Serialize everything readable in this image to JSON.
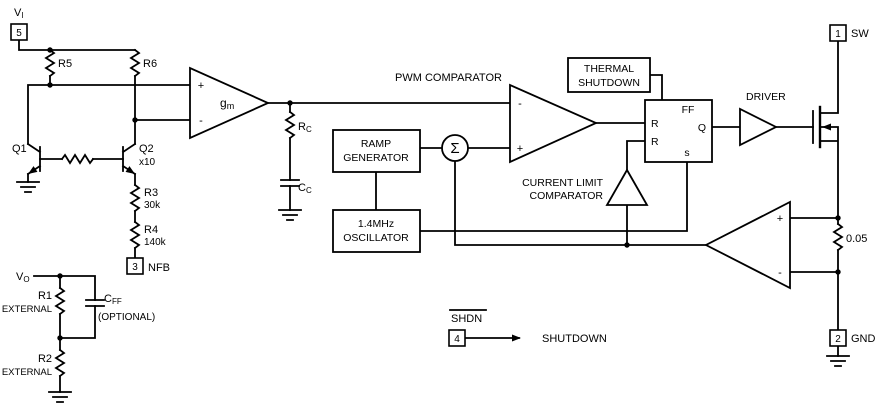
{
  "pins": {
    "vin_num": "5",
    "nfb_num": "3",
    "nfb_label": "NFB",
    "sw_num": "1",
    "sw_label": "SW",
    "gnd_num": "2",
    "gnd_label": "GND",
    "shdn_num": "4",
    "shdn_label": "SHDN",
    "shdn_action": "SHUTDOWN"
  },
  "labels": {
    "vi_main": "V",
    "vi_sub": "I",
    "vo_main": "V",
    "vo_sub": "O",
    "r5": "R5",
    "r6": "R6",
    "q1": "Q1",
    "q2": "Q2",
    "q2_ratio": "x10",
    "r3": "R3",
    "r3_value": "30k",
    "r4": "R4",
    "r4_value": "140k",
    "r1": "R1",
    "r1_note": "EXTERNAL",
    "r2": "R2",
    "r2_note": "EXTERNAL",
    "cff_main": "C",
    "cff_sub": "FF",
    "cff_note": "(OPTIONAL)",
    "rc_main": "R",
    "rc_sub": "C",
    "cc_main": "C",
    "cc_sub": "C",
    "gm_main": "g",
    "gm_sub": "m",
    "sense_value": "0.05",
    "plus": "+",
    "minus": "-",
    "sigma": "Σ"
  },
  "blocks": {
    "pwm_comparator": "PWM COMPARATOR",
    "ramp_line1": "RAMP",
    "ramp_line2": "GENERATOR",
    "osc_line1": "1.4MHz",
    "osc_line2": "OSCILLATOR",
    "thermal_line1": "THERMAL",
    "thermal_line2": "SHUTDOWN",
    "climit_line1": "CURRENT LIMIT",
    "climit_line2": "COMPARATOR",
    "driver": "DRIVER",
    "ff_label": "FF",
    "ff_r_top": "R",
    "ff_r_mid": "R",
    "ff_s": "s",
    "ff_q": "Q"
  },
  "colors": {
    "line": "#000000",
    "background": "#ffffff"
  }
}
